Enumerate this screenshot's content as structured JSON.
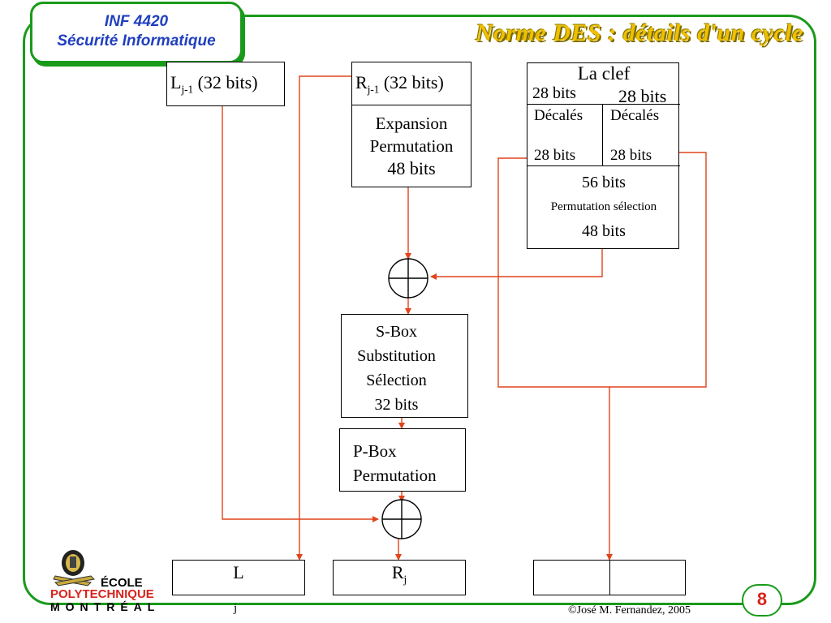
{
  "header": {
    "course_line1": "INF 4420",
    "course_line2": "Sécurité Informatique",
    "title": "Norme DES :  détails d'un cycle"
  },
  "diagram": {
    "left_box": {
      "prefix": "L",
      "subscript": "j-1",
      "suffix": " (32 bits)"
    },
    "right_box": {
      "prefix": "R",
      "subscript": "j-1",
      "suffix": " (32 bits)"
    },
    "expansion": {
      "line1": "Expansion",
      "line2": "Permutation",
      "line3": "48 bits"
    },
    "key": {
      "title": "La clef",
      "left_bits": "28 bits",
      "right_bits": "28 bits",
      "left_shift": "Décalés",
      "right_shift": "Décalés",
      "left_bits_bottom": "28 bits",
      "right_bits_bottom": "28 bits",
      "bits56": "56 bits",
      "selection": "Permutation sélection",
      "bits48": "48 bits"
    },
    "sbox": {
      "line1": "S-Box",
      "line2": "Substitution",
      "line3": "Sélection",
      "line4": "32 bits"
    },
    "pbox": {
      "line1": "P-Box",
      "line2": "Permutation"
    },
    "out_left": {
      "prefix": "L",
      "subscript": "j"
    },
    "out_right": {
      "prefix": "R",
      "subscript": "j"
    }
  },
  "footer": {
    "logo_line1": "ÉCOLE",
    "logo_line2": "POLYTECHNIQUE",
    "logo_line3": "MONTRÉAL",
    "copyright": "©José M. Fernandez, 2005",
    "page": "8"
  },
  "colors": {
    "accent_green": "#1a9a1a",
    "arrow_red": "#e0441c",
    "title_yellow": "#f0c000",
    "badge_blue": "#1f3fbf"
  }
}
